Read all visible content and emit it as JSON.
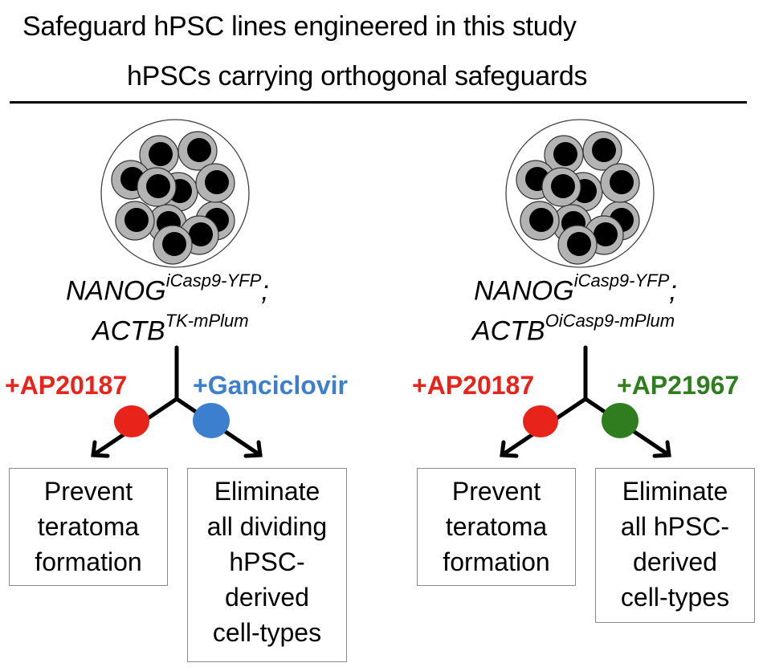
{
  "header": {
    "title": "Safeguard hPSC lines engineered in this study",
    "subtitle": "hPSCs carrying orthogonal safeguards"
  },
  "colors": {
    "ap20187": "#e8231a",
    "ganciclovir": "#3b7fce",
    "ap21967": "#2e7d1e",
    "cell_fill": "#b3b3b3",
    "nucleus": "#000000"
  },
  "lines": [
    {
      "genotype": {
        "gene1": "NANOG",
        "gene1_sup": "iCasp9-YFP",
        "separator": ";",
        "gene2": "ACTB",
        "gene2_sup": "TK-mPlum"
      },
      "left_drug": "+AP20187",
      "right_drug": "+Ganciclovir",
      "left_outcome": [
        "Prevent",
        "teratoma",
        "formation"
      ],
      "right_outcome": [
        "Eliminate",
        "all dividing",
        "hPSC-",
        "derived",
        "cell-types"
      ]
    },
    {
      "genotype": {
        "gene1": "NANOG",
        "gene1_sup": "iCasp9-YFP",
        "separator": ";",
        "gene2": "ACTB",
        "gene2_sup": "OiCasp9-mPlum"
      },
      "left_drug": "+AP20187",
      "right_drug": "+AP21967",
      "left_outcome": [
        "Prevent",
        "teratoma",
        "formation"
      ],
      "right_outcome": [
        "Eliminate",
        "all hPSC-",
        "derived",
        "cell-types"
      ]
    }
  ]
}
